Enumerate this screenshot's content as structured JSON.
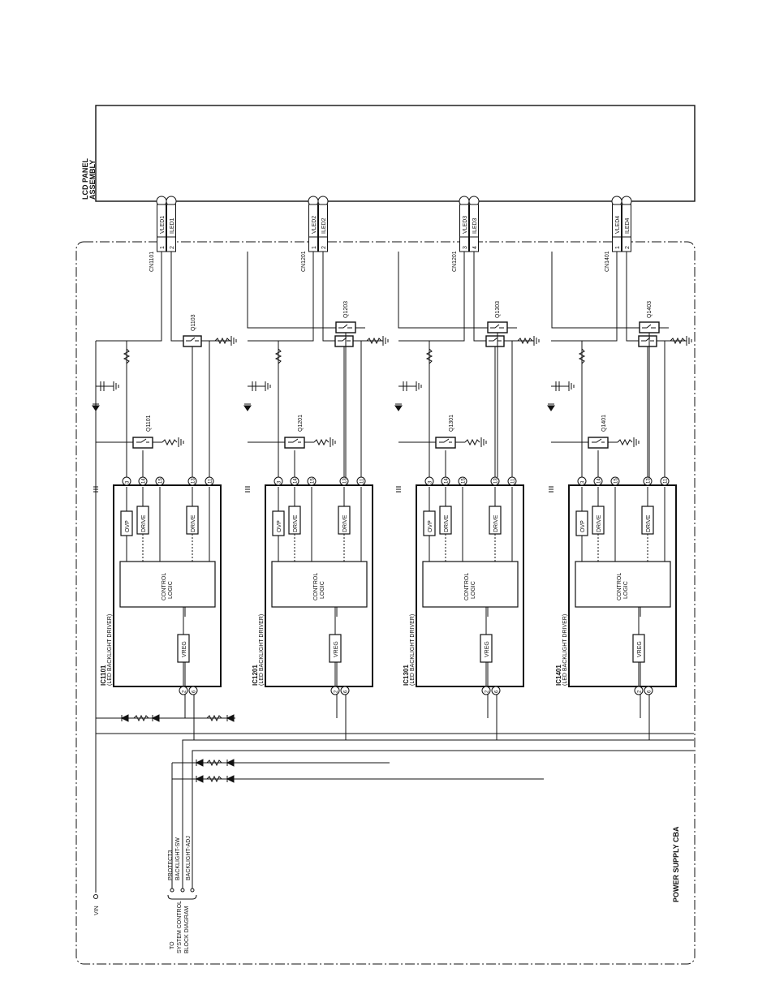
{
  "panel": {
    "title_line1": "LCD PANEL",
    "title_line2": "ASSEMBLY"
  },
  "board": {
    "title": "POWER SUPPLY CBA"
  },
  "inputs": {
    "vin_label": "VIN",
    "control_labels": [
      "PROTECT3",
      "BACKLIGHT-SW",
      "BACKLIGHT-ADJ"
    ],
    "destination_line1": "TO",
    "destination_line2": "SYSTEM CONTROL",
    "destination_line3": "BLOCK DIAGRAM"
  },
  "channels": [
    {
      "connector": "CN1101",
      "pins": [
        {
          "num": "1",
          "signal": "VLED1"
        },
        {
          "num": "2",
          "signal": "ILED1"
        }
      ],
      "ic": "IC1101",
      "ic_desc": "(LED BACKLIGHT DRIVER)",
      "transistor_ovp": "Q1101",
      "transistor_led": "Q1103"
    },
    {
      "connector": "CN1201",
      "pins": [
        {
          "num": "1",
          "signal": "VLED2"
        },
        {
          "num": "2",
          "signal": "ILED2"
        }
      ],
      "ic": "IC1201",
      "ic_desc": "(LED BACKLIGHT DRIVER)",
      "transistor_ovp": "Q1201",
      "transistor_led": "Q1203"
    },
    {
      "connector": "CN1201",
      "pins": [
        {
          "num": "3",
          "signal": "VLED3"
        },
        {
          "num": "4",
          "signal": "ILED3"
        }
      ],
      "ic": "IC1301",
      "ic_desc": "(LED BACKLIGHT DRIVER)",
      "transistor_ovp": "Q1301",
      "transistor_led": "Q1303"
    },
    {
      "connector": "CN1401",
      "pins": [
        {
          "num": "1",
          "signal": "VLED4"
        },
        {
          "num": "2",
          "signal": "ILED4"
        }
      ],
      "ic": "IC1401",
      "ic_desc": "(LED BACKLIGHT DRIVER)",
      "transistor_ovp": "Q1401",
      "transistor_led": "Q1403"
    }
  ],
  "ic_blocks": {
    "ovp": "OVP",
    "drive": "DRIVE",
    "control_line1": "CONTROL",
    "control_line2": "LOGIC",
    "vreg": "VREG"
  },
  "ic_pins": {
    "top": [
      "3",
      "14",
      "15",
      "13",
      "11"
    ],
    "bottom": [
      "2",
      "6"
    ]
  }
}
